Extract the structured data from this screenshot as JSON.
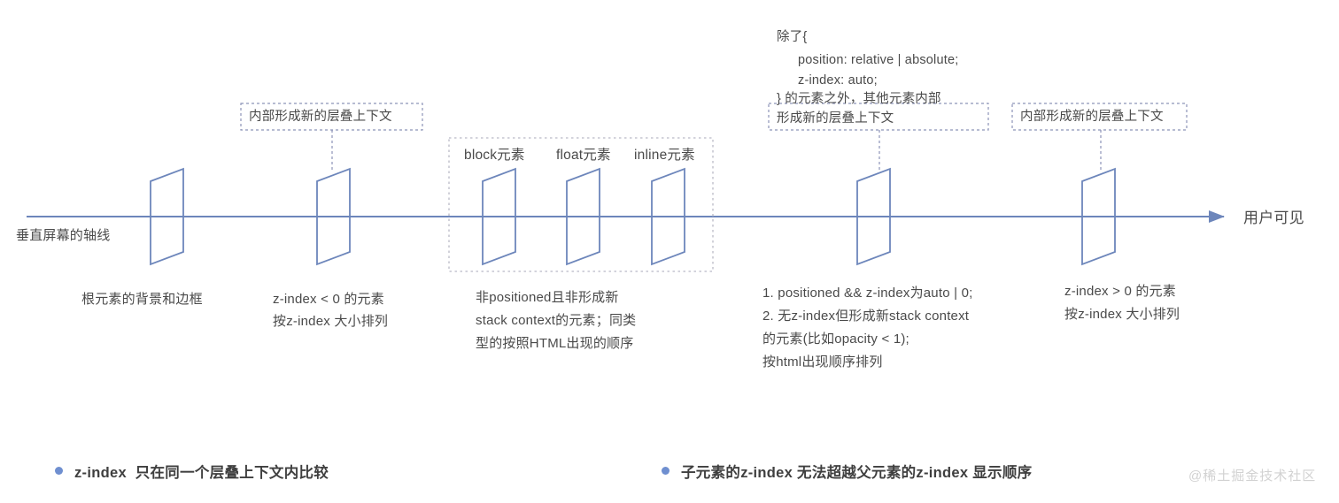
{
  "diagram": {
    "title_axis_label": "垂直屏幕的轴线",
    "end_label": "用户可见",
    "accent_line_color": "#6d86bb",
    "bullet_color": "#6f8fd0",
    "text_color": "#4a4a4a"
  },
  "layers": [
    {
      "id": "root-element",
      "name": "根元素的背景和边框",
      "caption": "根元素的背景和边框",
      "note": null
    },
    {
      "id": "negative-z-index",
      "name": "z-index < 0 的元素",
      "caption_line1": "z-index < 0 的元素",
      "caption_line2": "按z-index 大小排列",
      "note": "内部形成新的层叠上下文"
    },
    {
      "id": "block-element",
      "name": "block元素",
      "label": "block元素"
    },
    {
      "id": "float-element",
      "name": "float元素",
      "label": "float元素"
    },
    {
      "id": "inline-element",
      "name": "inline元素",
      "label": "inline元素"
    },
    {
      "id": "positioned-auto-zero",
      "name": "positioned && z-index为auto | 0",
      "note": "除了{ position: relative | absolute; z-index: auto; } 的元素之外，其他元素内部形成新的层叠上下文"
    },
    {
      "id": "positive-z-index",
      "name": "z-index > 0 的元素",
      "caption_line1": "z-index > 0 的元素",
      "caption_line2": "按z-index 大小排列",
      "note": "内部形成新的层叠上下文"
    }
  ],
  "notes": {
    "note_left_box": "内部形成新的层叠上下文",
    "note_center_group_line1": "非positioned且非形成新",
    "note_center_group_line2": "stack context的元素；同类",
    "note_center_group_line3": "型的按照HTML出现的顺序",
    "note_right_box": "内部形成新的层叠上下文",
    "code_note_line1": "除了{",
    "code_note_line2": "position: relative | absolute;",
    "code_note_line3": "z-index: auto;",
    "code_note_line4": "} 的元素之外，其他元素内部",
    "code_note_line5": "形成新的层叠上下文",
    "positioned_note_line1": "1. positioned && z-index为auto | 0;",
    "positioned_note_line2": "2. 无z-index但形成新stack context",
    "positioned_note_line3": "的元素(比如opacity < 1);",
    "positioned_note_line4": "按html出现顺序排列",
    "negative_caption_line1": "z-index < 0 的元素",
    "negative_caption_line2": "按z-index 大小排列",
    "positive_caption_line1": "z-index > 0 的元素",
    "positive_caption_line2": "按z-index 大小排列",
    "root_caption": "根元素的背景和边框"
  },
  "footnotes": [
    {
      "text": "z-index  只在同一个层叠上下文内比较"
    },
    {
      "text": "子元素的z-index 无法超越父元素的z-index 显示顺序"
    }
  ],
  "watermark": "@稀土掘金技术社区"
}
